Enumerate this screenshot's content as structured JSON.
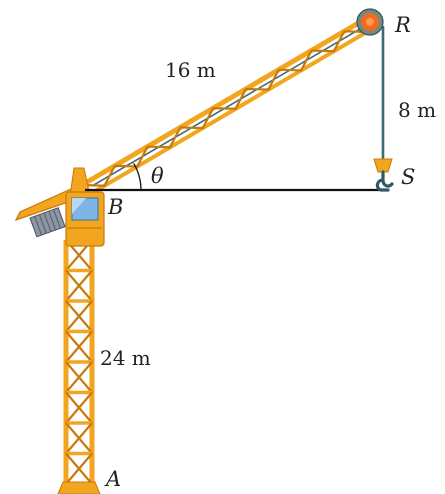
{
  "diagram": {
    "points": {
      "A": "A",
      "B": "B",
      "R": "R",
      "S": "S"
    },
    "angle_label": "θ",
    "lengths": {
      "jib": "16 m",
      "cable": "8 m",
      "tower": "24 m"
    },
    "colors": {
      "steel": "#f2a51e",
      "steel_dark": "#c9790c",
      "steel_light": "#ffd46a",
      "line": "#111111",
      "cable": "#3d6b72",
      "pulley_ring": "#6f8a86",
      "pulley_core": "#f26b1f",
      "hook": "#2f5a63",
      "glass": "#7fb4e6",
      "counterweight": "#8e96a6"
    }
  }
}
